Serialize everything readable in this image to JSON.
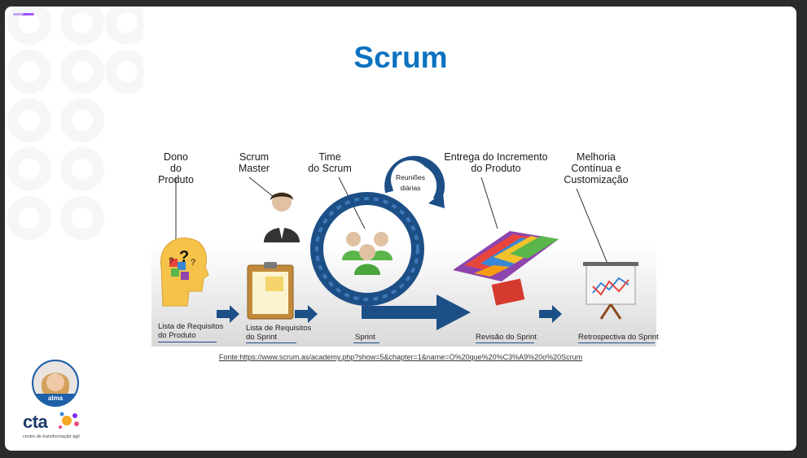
{
  "slide": {
    "title": "Scrum",
    "source": "Fonte:https://www.scrum.as/academy.php?show=5&chapter=1&name=O%20que%20%C3%A9%20o%20Scrum"
  },
  "diagram": {
    "roles": {
      "product_owner": [
        "Dono",
        "do Produto"
      ],
      "scrum_master": [
        "Scrum",
        "Master"
      ],
      "team": [
        "Time",
        "do Scrum"
      ],
      "delivery": [
        "Entrega do Incremento",
        "do Produto"
      ],
      "improvement": [
        "Melhoria",
        "Contínua e",
        "Customização"
      ],
      "daily": [
        "Reuniões",
        "diárias"
      ]
    },
    "stages": {
      "product_backlog": [
        "Lista de Requisitos",
        "do Produto"
      ],
      "sprint_backlog": [
        "Lista de Requisitos",
        "do Sprint"
      ],
      "sprint": "Sprint",
      "review": "Revisão do Sprint",
      "retro": "Retrospectiva do Sprint"
    }
  },
  "presenter": {
    "name": "alma",
    "brand": "cta",
    "brand_tagline": "centro de transformação ágil"
  },
  "colors": {
    "title": "#0b72c0",
    "cycle_blue": "#1d4f87",
    "accent": "#7b2ff7"
  }
}
